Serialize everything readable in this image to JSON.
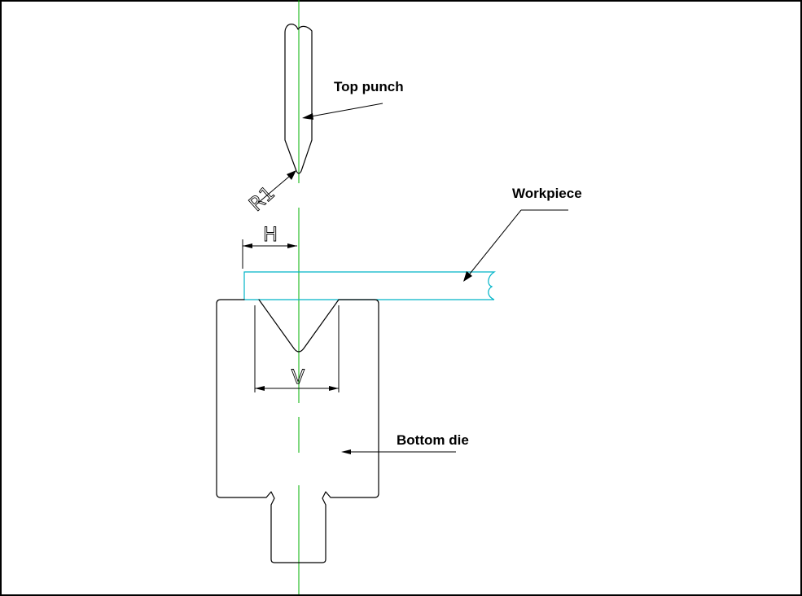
{
  "labels": {
    "top_punch": "Top punch",
    "workpiece": "Workpiece",
    "bottom_die": "Bottom die"
  },
  "dimensions": {
    "radius": "R1",
    "height": "H",
    "v_opening": "V"
  },
  "colors": {
    "outline": "#000000",
    "centerline": "#00b000",
    "workpiece": "#00b4c8",
    "background": "#ffffff"
  }
}
